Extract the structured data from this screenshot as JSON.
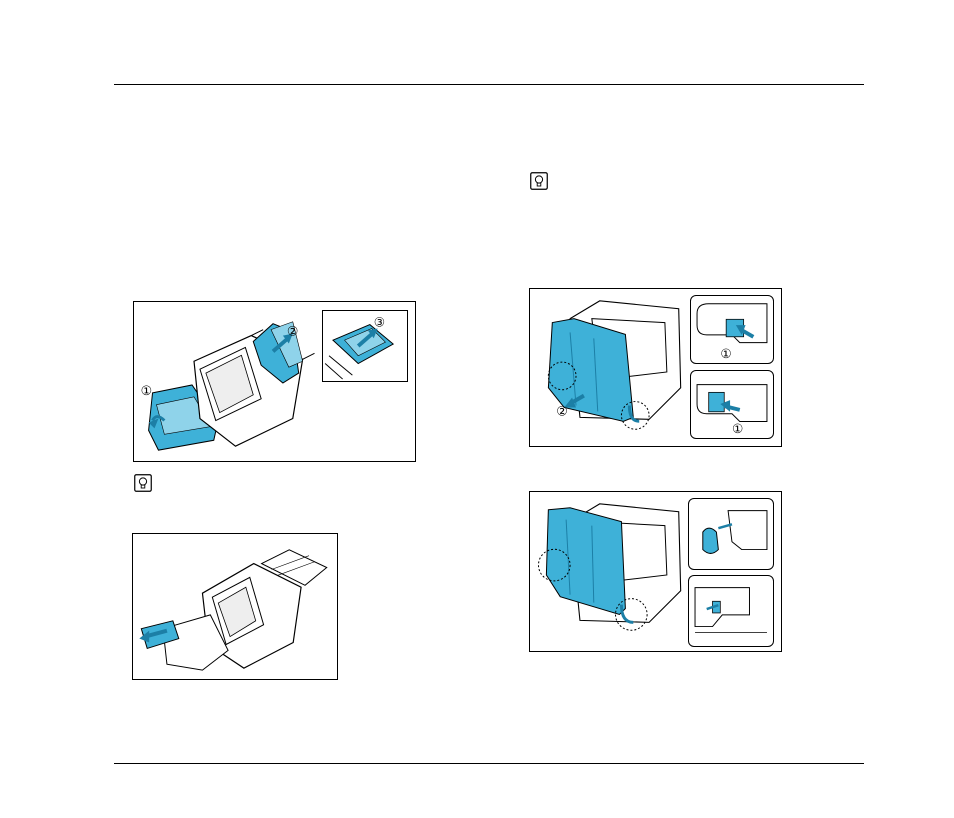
{
  "colors": {
    "accent": "#3eb1d8",
    "accent_dark": "#1c7fa6",
    "line": "#000000"
  },
  "icons": {
    "hint": "lightbulb-icon"
  },
  "figures": {
    "open_trays": {
      "markers": [
        "①",
        "②",
        "③"
      ]
    },
    "extend_guide": {
      "markers": []
    },
    "remove_cover": {
      "markers": [
        "①",
        "②",
        "①"
      ]
    },
    "attach_cover": {
      "markers": []
    }
  }
}
